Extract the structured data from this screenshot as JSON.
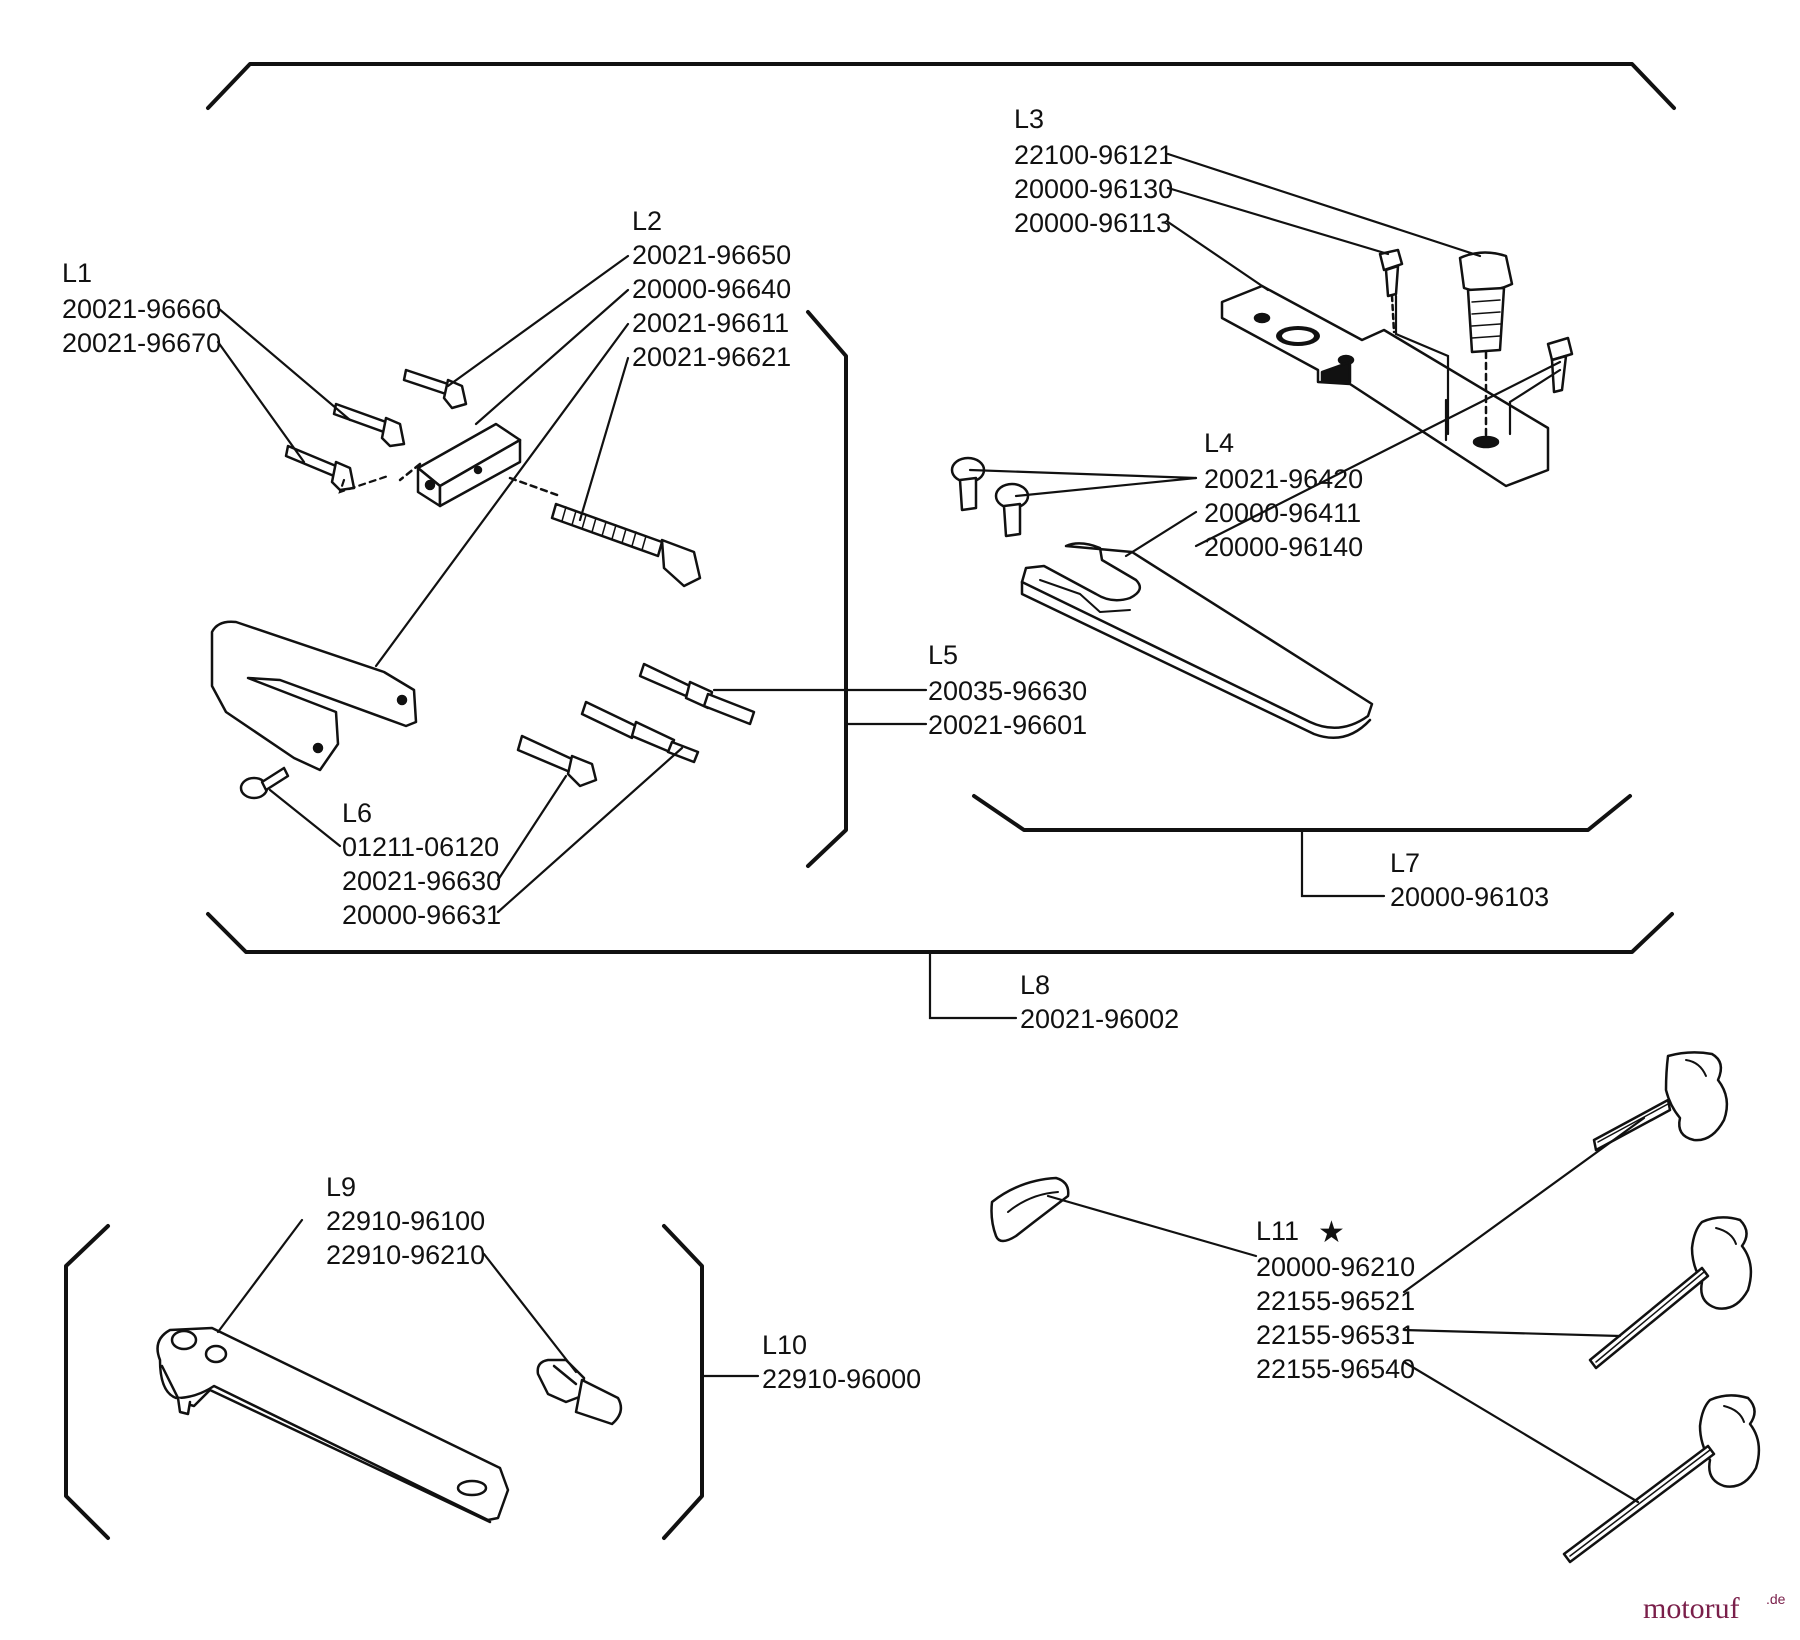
{
  "groups": [
    {
      "id": "L1",
      "parts": [
        "20021-96660",
        "20021-96670"
      ]
    },
    {
      "id": "L2",
      "parts": [
        "20021-96650",
        "20000-96640",
        "20021-96611",
        "20021-96621"
      ]
    },
    {
      "id": "L3",
      "parts": [
        "22100-96121",
        "20000-96130",
        "20000-96113"
      ]
    },
    {
      "id": "L4",
      "parts": [
        "20021-96420",
        "20000-96411",
        "20000-96140"
      ]
    },
    {
      "id": "L5",
      "parts": [
        "20035-96630",
        "20021-96601"
      ]
    },
    {
      "id": "L6",
      "parts": [
        "01211-06120",
        "20021-96630",
        "20000-96631"
      ]
    },
    {
      "id": "L7",
      "parts": [
        "20000-96103"
      ]
    },
    {
      "id": "L8",
      "parts": [
        "20021-96002"
      ]
    },
    {
      "id": "L9",
      "parts": [
        "22910-96100",
        "22910-96210"
      ]
    },
    {
      "id": "L10",
      "parts": [
        "22910-96000"
      ]
    },
    {
      "id": "L11",
      "parts": [
        "20000-96210",
        "22155-96521",
        "22155-96531",
        "22155-96540"
      ]
    }
  ],
  "star_symbol": "★",
  "watermark": {
    "brand": "motoruf",
    "tld": ".de",
    "color_main": "#7a1f4a",
    "color_accent": "#c8a000"
  },
  "colors": {
    "ink": "#111111",
    "paper": "#ffffff"
  }
}
